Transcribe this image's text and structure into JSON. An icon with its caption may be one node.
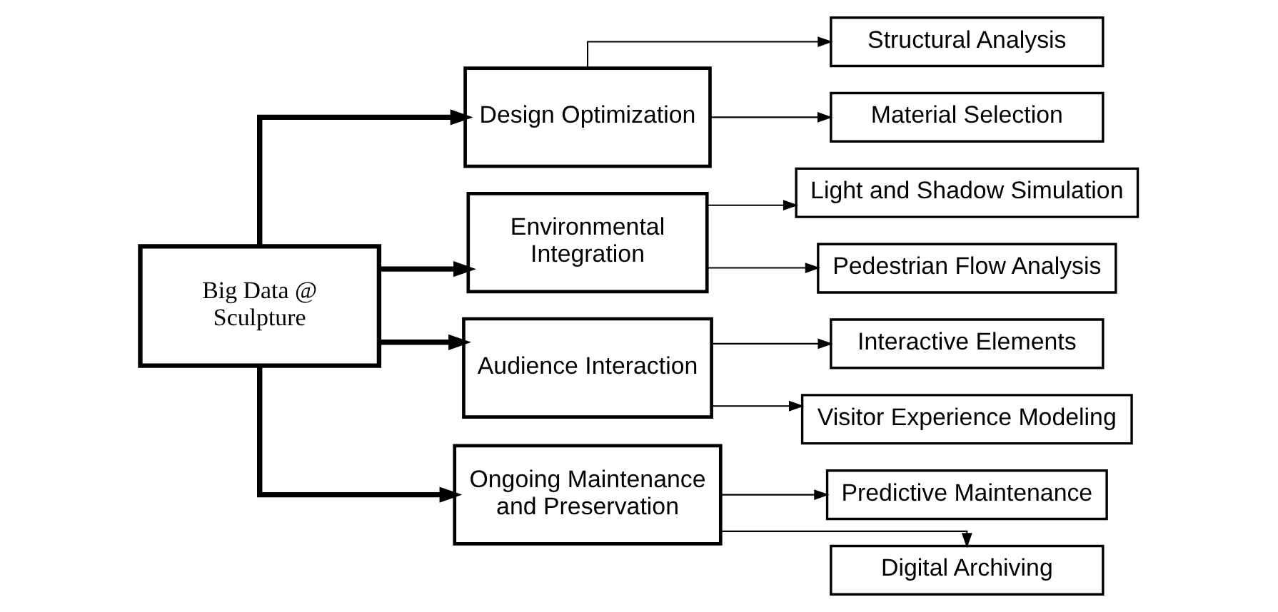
{
  "diagram": {
    "nodes": [
      {
        "text": [
          "Big Data @ Sculpture"
        ]
      },
      {
        "text": [
          "Design Optimization"
        ]
      },
      {
        "text": [
          "Structural Analysis"
        ]
      },
      {
        "text": [
          "Material Selection"
        ]
      },
      {
        "text": [
          "Environmental Integration"
        ]
      },
      {
        "text": [
          "Light and Shadow Simulation"
        ]
      },
      {
        "text": [
          "Pedestrian Flow Analysis"
        ]
      },
      {
        "text": [
          "Audience Interaction"
        ]
      },
      {
        "text": [
          "Interactive Elements"
        ]
      },
      {
        "text": [
          "Visitor Experience Modeling"
        ]
      },
      {
        "text": [
          "Ongoing Maintenance and Preservation"
        ]
      },
      {
        "text": [
          "Predictive Maintenance"
        ]
      },
      {
        "text": [
          "Digital Archiving"
        ]
      }
    ],
    "edges": [
      {
        "from": 0,
        "to": 1,
        "arrow": "to",
        "style": "thick"
      },
      {
        "from": 0,
        "to": 4,
        "arrow": "to",
        "style": "thick"
      },
      {
        "from": 0,
        "to": 7,
        "arrow": "to",
        "style": "thick"
      },
      {
        "from": 0,
        "to": 10,
        "arrow": "to",
        "style": "thick"
      },
      {
        "from": 1,
        "to": 2,
        "arrow": "to"
      },
      {
        "from": 1,
        "to": 3,
        "arrow": "to"
      },
      {
        "from": 4,
        "to": 5,
        "arrow": "to"
      },
      {
        "from": 4,
        "to": 6,
        "arrow": "to"
      },
      {
        "from": 7,
        "to": 8,
        "arrow": "to"
      },
      {
        "from": 7,
        "to": 9,
        "arrow": "to"
      },
      {
        "from": 10,
        "to": 11,
        "arrow": "to"
      },
      {
        "from": 10,
        "to": 12,
        "arrow": "to"
      }
    ]
  }
}
